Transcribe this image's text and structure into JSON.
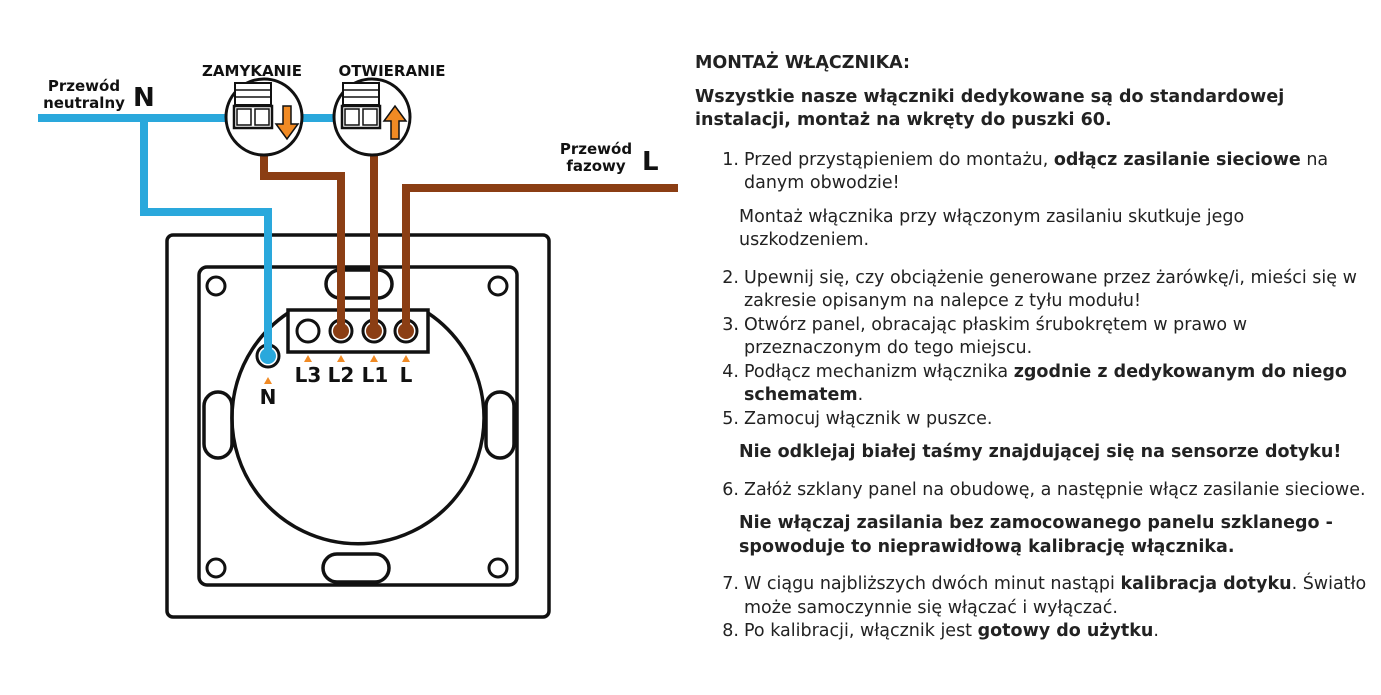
{
  "diagram": {
    "neutral_wire_label": [
      "Przewód",
      "neutralny"
    ],
    "neutral_letter": "N",
    "phase_wire_label": [
      "Przewód",
      "fazowy"
    ],
    "phase_letter": "L",
    "close_label": "ZAMYKANIE",
    "open_label": "OTWIERANIE",
    "terminals": [
      "L3",
      "L2",
      "L1",
      "L"
    ],
    "n_terminal": "N",
    "colors": {
      "neutral": "#2aa8dc",
      "phase": "#8b3e14",
      "arrow": "#f08a24",
      "outline": "#111111"
    },
    "icons": [
      "blind-close-icon",
      "blind-open-icon"
    ]
  },
  "instructions": {
    "title": "MONTAŻ WŁĄCZNIKA:",
    "intro": "Wszystkie nasze włączniki dedykowane są do standardowej instalacji, montaż na wkręty do puszki 60.",
    "step1": {
      "num": "1.",
      "a": "Przed przystąpieniem do montażu, ",
      "b": "odłącz zasilanie sieciowe",
      "c": " na danym obwodzie!"
    },
    "note1": "Montaż włącznika przy włączonym zasilaniu skutkuje jego uszkodzeniem.",
    "step2": {
      "num": "2.",
      "text": "Upewnij się, czy obciążenie generowane przez żarówkę/i, mieści się w zakresie opisanym na nalepce z tyłu modułu!"
    },
    "step3": {
      "num": "3.",
      "text": "Otwórz panel, obracając płaskim śrubokrętem w prawo w przeznaczonym do tego miejscu."
    },
    "step4": {
      "num": "4.",
      "a": "Podłącz mechanizm włącznika ",
      "b": "zgodnie z dedykowanym do niego schematem",
      "c": "."
    },
    "step5": {
      "num": "5.",
      "text": "Zamocuj włącznik w puszce."
    },
    "note5": "Nie odklejaj białej taśmy znajdującej się na sensorze dotyku!",
    "step6": {
      "num": "6.",
      "text": "Załóż szklany panel na obudowę, a następnie włącz zasilanie sieciowe."
    },
    "note6": "Nie włączaj zasilania bez zamocowanego panelu szklanego - spowoduje to nieprawidłową kalibrację włącznika.",
    "step7": {
      "num": "7.",
      "a": "W ciągu najbliższych dwóch minut nastąpi ",
      "b": "kalibracja dotyku",
      "c": ". Światło może samoczynnie się włączać i wyłączać."
    },
    "step8": {
      "num": "8.",
      "a": "Po kalibracji, włącznik jest ",
      "b": "gotowy do użytku",
      "c": "."
    }
  }
}
